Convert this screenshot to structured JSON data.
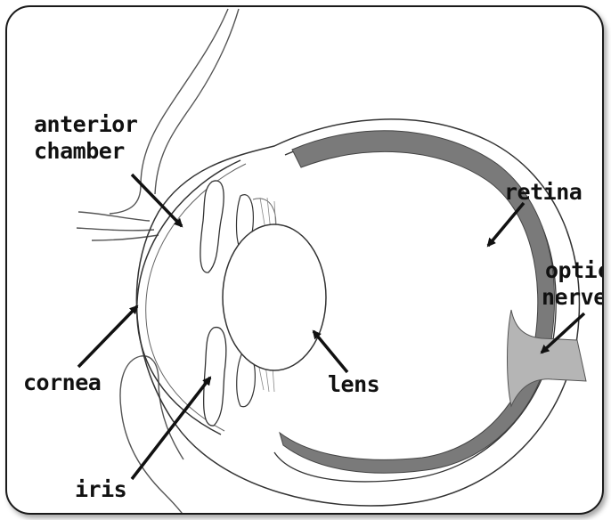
{
  "labels": {
    "anterior_chamber_line1": "anterior",
    "anterior_chamber_line2": "chamber",
    "retina": "retina",
    "optic_nerve_line1": "optic",
    "optic_nerve_line2": "nerve",
    "cornea": "cornea",
    "lens": "lens",
    "iris": "iris"
  },
  "colors": {
    "line": "#333333",
    "retina_band": "#7a7a7a",
    "nerve": "#b5b5b5"
  }
}
